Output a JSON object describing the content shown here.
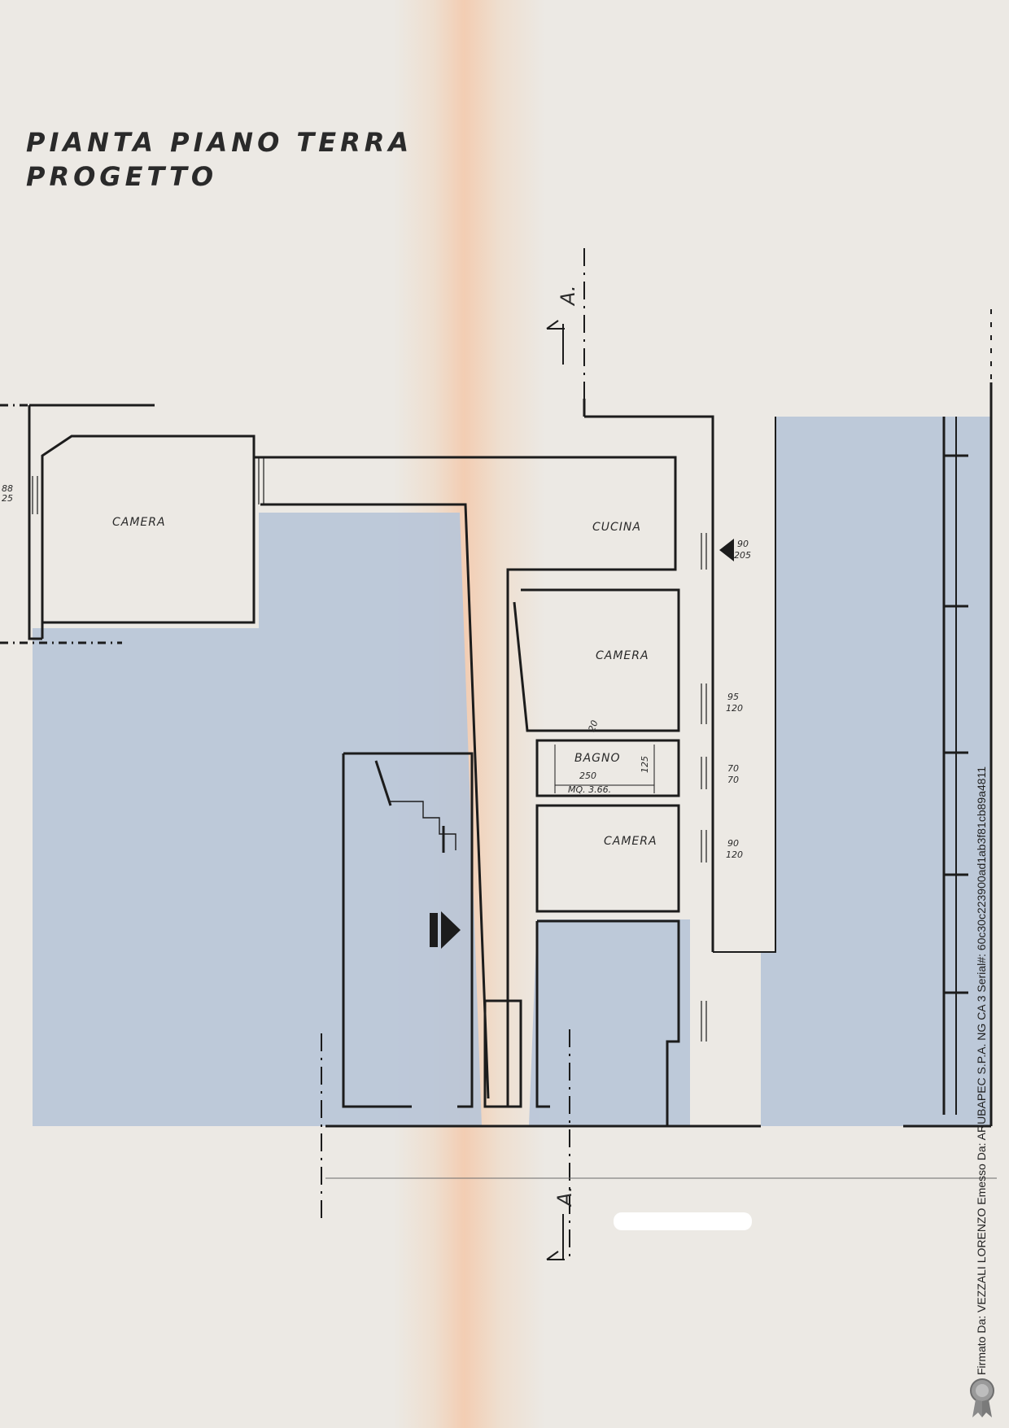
{
  "title": {
    "line1": "PIANTA  PIANO  TERRA",
    "line2": "PROGETTO"
  },
  "rooms": {
    "camera_1": "CAMERA",
    "camera_2": "CAMERA",
    "camera_3": "CAMERA",
    "cucina": "CUCINA",
    "bagno": "BAGNO"
  },
  "bagno_details": {
    "width": "250",
    "area": "MQ. 3.66.",
    "depth": "125",
    "wall": "20"
  },
  "window_dims": {
    "left_top": "88",
    "left_bottom": "25",
    "cucina_top": "90",
    "cucina_bottom": "205",
    "camera2_top": "95",
    "camera2_bottom": "120",
    "bagno_top": "70",
    "bagno_bottom": "70",
    "camera3_top": "90",
    "camera3_bottom": "120"
  },
  "section_marks": {
    "top": "A.",
    "bottom": "A."
  },
  "signature_stamp": "Firmato Da: VEZZALI LORENZO Emesso Da: ARUBAPEC S.P.A. NG CA 3 Serial#: 60c30c223900ad1ab3f81cb89a4811",
  "colors": {
    "shading": "#b9c6d8",
    "walls": "#1c1c1c",
    "paper": "#ece9e4"
  }
}
